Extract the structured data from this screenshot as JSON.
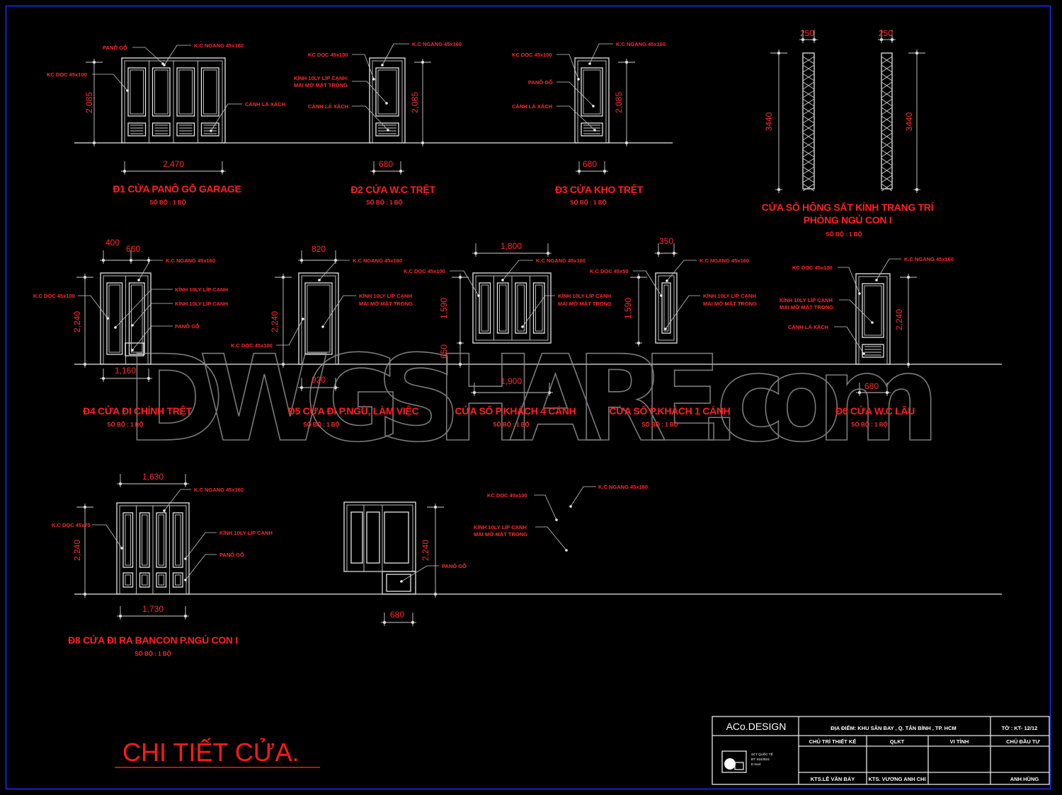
{
  "sheet": {
    "title": "CHI TIẾT CỬA.",
    "watermark": "DWGSHARE.com",
    "colors": {
      "background": "#000000",
      "text": "#ff2020",
      "lines": "#e8e8e8",
      "border": "#1a2cff"
    }
  },
  "drawings": [
    {
      "title": "Đ1 CỬA PANÔ GỖ GARAGE",
      "count": "SỐ BỘ : 1 BỘ",
      "dims": [
        "2,085",
        "2,470"
      ],
      "labels": [
        "PANÔ GỖ",
        "K.C NGANG 45x160",
        "KC DỌC 45x100",
        "CÁNH LÁ XÁCH"
      ]
    },
    {
      "title": "Đ2 CỬA W.C TRỆT",
      "count": "SỐ BỘ : 1 BỘ",
      "dims": [
        "2,085",
        "680"
      ],
      "labels": [
        "K.C NGANG 45x160",
        "KC DỌC 45x100",
        "KÍNH 10LY LÍP CẠNH",
        "MÀI MỜ MẶT TRONG",
        "CÁNH LÁ XÁCH"
      ]
    },
    {
      "title": "Đ3 CỬA KHO TRỆT",
      "count": "SỐ BỘ : 1 BỘ",
      "dims": [
        "2,085",
        "680"
      ],
      "labels": [
        "K.C NGANG 45x160",
        "KC DỌC 45x100",
        "PANÔ GỖ",
        "CÁNH LÁ XÁCH"
      ]
    },
    {
      "title": "CỬA SỔ HÔNG SẮT KÍNH TRANG TRÍ",
      "subtitle": "PHÒNG NGỦ CON I",
      "count": "SỐ BỘ : 1 BỘ",
      "dims": [
        "250",
        "250",
        "3440",
        "3440"
      ],
      "labels": []
    },
    {
      "title": "Đ4 CỬA ĐI CHÍNH TRỆT",
      "count": "SỐ BỘ : 1 BỘ",
      "dims": [
        "400",
        "660",
        "2,240",
        "1,160"
      ],
      "labels": [
        "K.C NGANG 45x160",
        "K.C DỌC 45x100",
        "KÍNH 10LY LÍP CẠNH",
        "KÍNH 10LY LÍP CẠNH",
        "PANÔ GỖ"
      ]
    },
    {
      "title": "Đ5 CỬA ĐI P.NGỦ, LÀM VIỆC",
      "count": "SỐ BỘ : 1 BỘ",
      "dims": [
        "820",
        "2,240",
        "920"
      ],
      "labels": [
        "K.C NGANG 45x160",
        "KÍNH 10LY LÍP CẠNH",
        "MÀI MỜ MẶT TRONG",
        "K.C DỌC 45x100"
      ]
    },
    {
      "title": "CỬA SỔ P.KHÁCH 4 CÁNH",
      "count": "SỐ BỘ : 1 BỘ",
      "dims": [
        "1,800",
        "1,590",
        "650",
        "1,900"
      ],
      "labels": [
        "K.C NGANG 45x160",
        "K.C DỌC 45x100",
        "KÍNH 10LY LÍP CẠNH",
        "MÀI MỜ MẶT TRONG"
      ]
    },
    {
      "title": "CỬA SỔ P.KHÁCH 1 CÁNH",
      "count": "SỐ BỘ : 1 BỘ",
      "dims": [
        "350",
        "1,590"
      ],
      "labels": [
        "K.C NGANG 45x160",
        "K.C DỌC 45x50",
        "KÍNH 10LY LÍP CẠNH",
        "MÀI MỜ MẶT TRONG"
      ]
    },
    {
      "title": "Đ6 CỬA W.C LẦU",
      "count": "SỐ BỘ : 1 BỘ",
      "dims": [
        "2,240",
        "680"
      ],
      "labels": [
        "K.C NGANG 45x160",
        "KC DỌC 45x100",
        "KÍNH 10LY LÍP CẠNH",
        "MÀI MỜ MẶT TRONG",
        "CÁNH LÁ XÁCH"
      ]
    },
    {
      "title": "Đ8 CỬA ĐI RA BANCON P.NGỦ CON I",
      "count": "SỐ BỘ : 1 BỘ",
      "dims": [
        "1,630",
        "2,240",
        "1,730"
      ],
      "labels": [
        "K.C NGANG 45x160",
        "K.C DỌC 45x75",
        "KÍNH 10LY LÍP CẠNH",
        "PANÔ GỖ"
      ]
    },
    {
      "dims": [
        "2,240",
        "680"
      ],
      "labels": [
        "PANÔ GỖ"
      ]
    },
    {
      "labels": [
        "KC DỌC 45x100",
        "K.C NGANG 45x160",
        "KÍNH 10LY LÍP CẠNH",
        "MÀI MỜ MẶT TRONG"
      ]
    }
  ],
  "title_block": {
    "company": "ACo.DESIGN",
    "location": "ĐỊA ĐIỂM: KHU SÂN BAY , Q. TÂN BÌNH , TP. HCM",
    "sheet_no": "TỜ : KT- 12/12",
    "headers": [
      "CHỦ TRÌ THIẾT KẾ",
      "QLKT",
      "VI TÍNH",
      "CHỦ ĐẦU TƯ"
    ],
    "names": [
      "KTS.LÊ VĂN BẢY",
      "KTS. VƯƠNG ANH CHI",
      "",
      "ANH HÙNG"
    ],
    "logo_text": [
      "SCT QUỐC TẾ",
      "ĐT: 8242915",
      "E-mail:"
    ]
  }
}
